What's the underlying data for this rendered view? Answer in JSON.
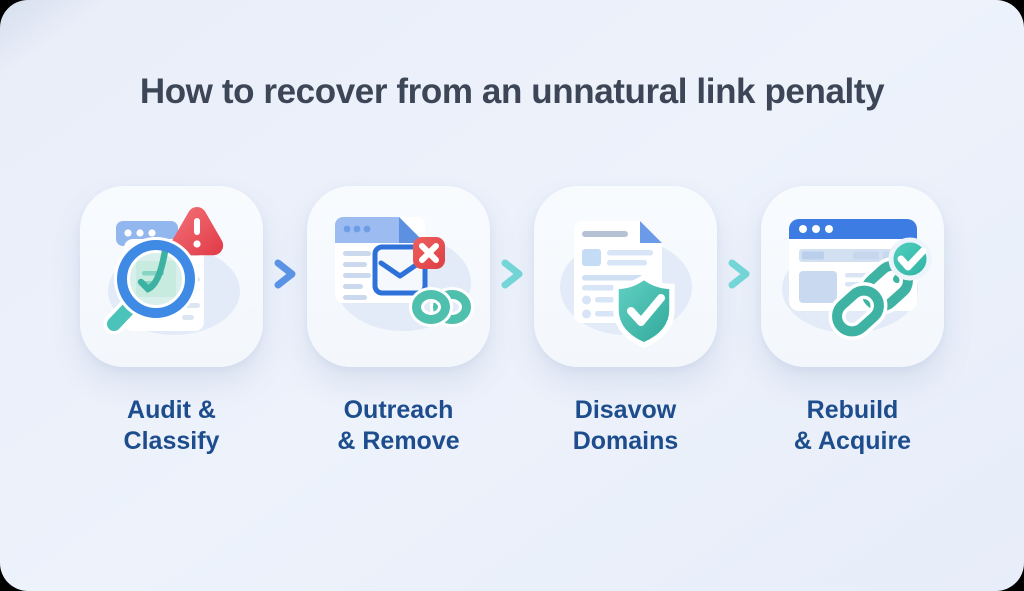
{
  "title": "How to recover from an unnatural link penalty",
  "steps": [
    {
      "label": "Audit &\nClassify",
      "icon": "audit-magnifier-warning-icon"
    },
    {
      "label": "Outreach\n& Remove",
      "icon": "outreach-email-removed-link-icon"
    },
    {
      "label": "Disavow\nDomains",
      "icon": "disavow-document-shield-icon"
    },
    {
      "label": "Rebuild\n& Acquire",
      "icon": "rebuild-link-check-icon"
    }
  ],
  "arrows": [
    {
      "color": "#5b93e6"
    },
    {
      "color": "#74d6d7"
    },
    {
      "color": "#74d6d7"
    }
  ],
  "colors": {
    "bg": "#edf2fb",
    "card": "#f3f7fc",
    "title-text": "#3c4657",
    "label-text": "#1d4d8c",
    "teal-accent": "#49c0b4",
    "blue-accent": "#3d7ce2",
    "red-alert": "#e64f4f"
  }
}
